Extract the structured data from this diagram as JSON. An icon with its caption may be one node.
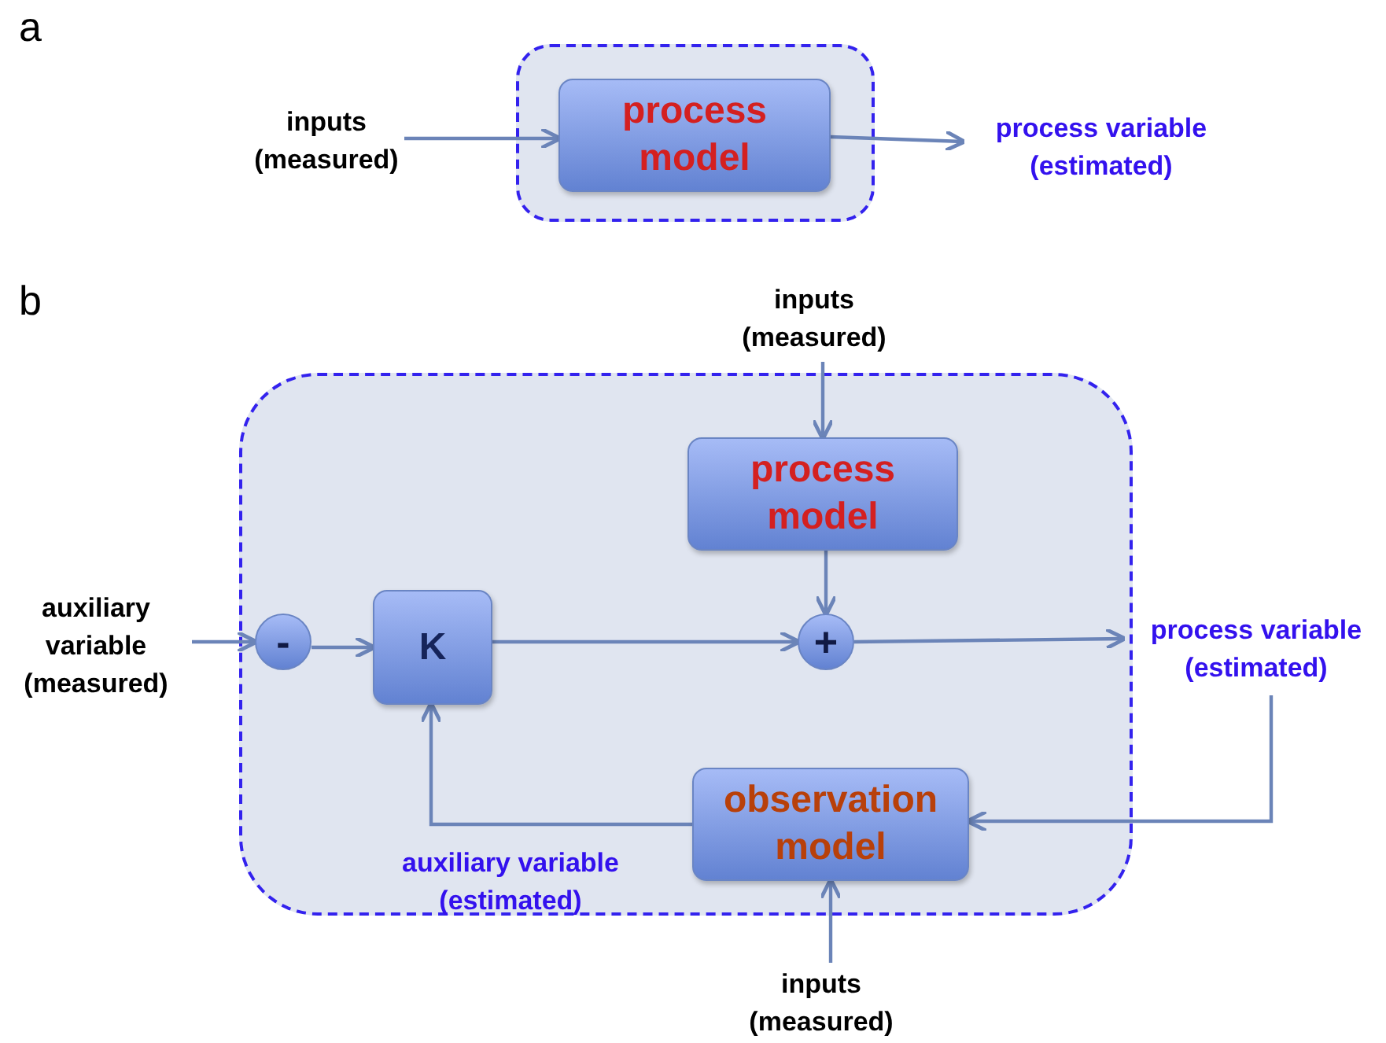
{
  "diagram": {
    "nodes": [
      {
        "text": [],
        "shape": "box"
      },
      {
        "text": [
          "inputs (measured)"
        ]
      },
      {
        "text": [
          "process model"
        ],
        "in": 0
      },
      {
        "text": [
          "process variable (estimated)"
        ]
      },
      {
        "text": [],
        "shape": "box"
      },
      {
        "text": [
          "inputs (measured)"
        ]
      },
      {
        "text": [
          "process model"
        ],
        "in": 4
      },
      {
        "text": [
          "auxiliary variable (measured)"
        ]
      },
      {
        "text": [
          "-"
        ],
        "in": 4
      },
      {
        "text": [
          "K"
        ],
        "in": 4
      },
      {
        "text": [
          "+"
        ],
        "in": 4
      },
      {
        "text": [
          "process variable (estimated)"
        ]
      },
      {
        "text": [
          "observation model"
        ],
        "in": 4
      },
      {
        "text": [
          "inputs (measured)"
        ]
      }
    ],
    "edges": [
      {
        "from": 1,
        "to": 2,
        "arrow": "to"
      },
      {
        "from": 2,
        "to": 3,
        "arrow": "to"
      },
      {
        "from": 5,
        "to": 6,
        "arrow": "to"
      },
      {
        "from": 6,
        "to": 10,
        "arrow": "to"
      },
      {
        "from": 7,
        "to": 8,
        "arrow": "to"
      },
      {
        "from": 8,
        "to": 9,
        "arrow": "to"
      },
      {
        "from": 9,
        "to": 10,
        "arrow": "to"
      },
      {
        "from": 10,
        "to": 11,
        "arrow": "to"
      },
      {
        "from": 11,
        "to": 12,
        "arrow": "to"
      },
      {
        "from": 12,
        "to": 9,
        "arrow": "to"
      },
      {
        "from": 13,
        "to": 12,
        "arrow": "to"
      }
    ],
    "labels": [
      "a",
      "b",
      "auxiliary variable (estimated)"
    ]
  }
}
